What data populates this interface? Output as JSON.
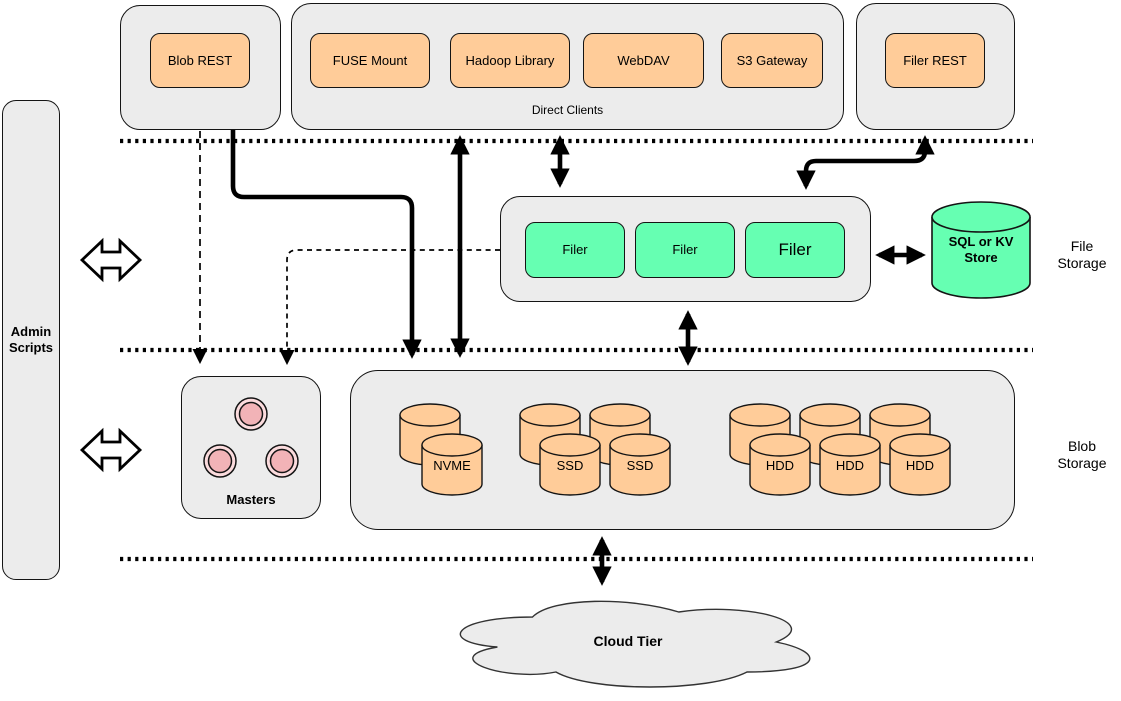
{
  "top_row": {
    "blob_rest": "Blob REST",
    "direct_clients_label": "Direct Clients",
    "direct_clients": [
      "FUSE Mount",
      "Hadoop Library",
      "WebDAV",
      "S3 Gateway"
    ],
    "filer_rest": "Filer REST"
  },
  "admin_scripts_label": "Admin Scripts",
  "file_layer": {
    "filers": [
      "Filer",
      "Filer",
      "Filer"
    ],
    "store": "SQL or KV Store",
    "layer_label": "File Storage"
  },
  "blob_layer": {
    "masters_label": "Masters",
    "disks": [
      "NVME",
      "SSD",
      "SSD",
      "HDD",
      "HDD",
      "HDD"
    ],
    "layer_label": "Blob Storage"
  },
  "cloud_label": "Cloud Tier",
  "colors": {
    "client_orange": "#FFCC99",
    "filer_green": "#66FFB2",
    "container_grey": "#ECECEC",
    "master_pink": "#F2B3B7",
    "line_black": "#000000"
  }
}
